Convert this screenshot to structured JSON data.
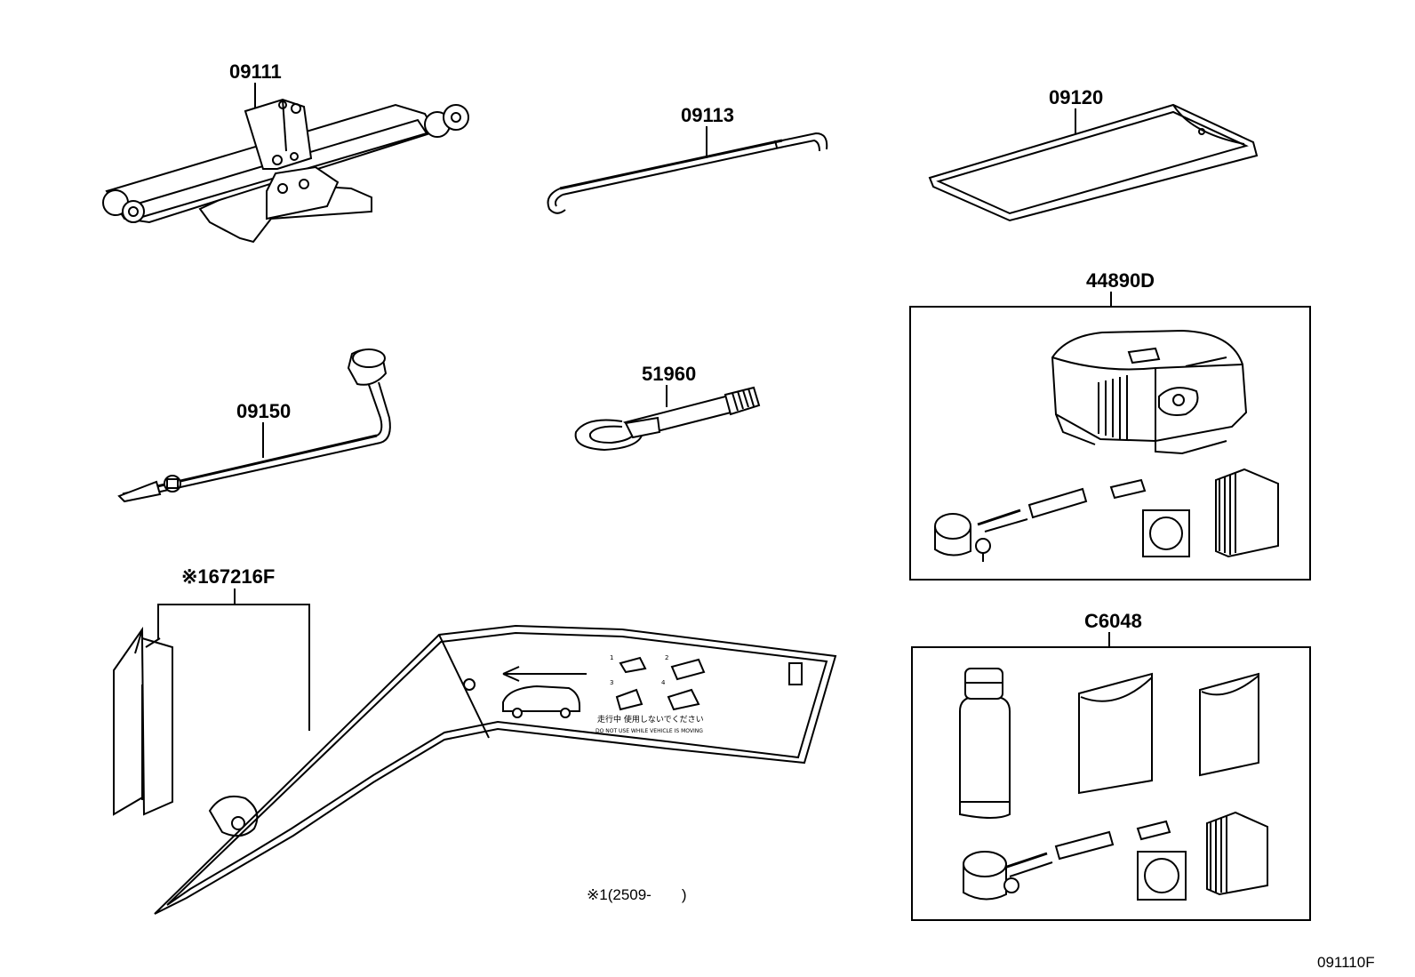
{
  "figure_code": "091110F",
  "footnote": "※1(2509-　　)",
  "sticker": {
    "warning_jp": "走行中 使用しないでください",
    "warning_en": "DO NOT USE WHILE VEHICLE IS MOVING",
    "step_numbers": [
      "1",
      "2",
      "3",
      "4"
    ]
  },
  "parts": [
    {
      "id": "jack",
      "label": "09111"
    },
    {
      "id": "jack-handle",
      "label": "09113"
    },
    {
      "id": "tool-bag",
      "label": "09120"
    },
    {
      "id": "wheel-nut-wrench",
      "label": "09150"
    },
    {
      "id": "towing-eye",
      "label": "51960"
    },
    {
      "id": "manual",
      "label": "※167216F"
    },
    {
      "id": "compressor-kit",
      "label": "44890D"
    },
    {
      "id": "sealant-kit",
      "label": "C6048"
    }
  ]
}
